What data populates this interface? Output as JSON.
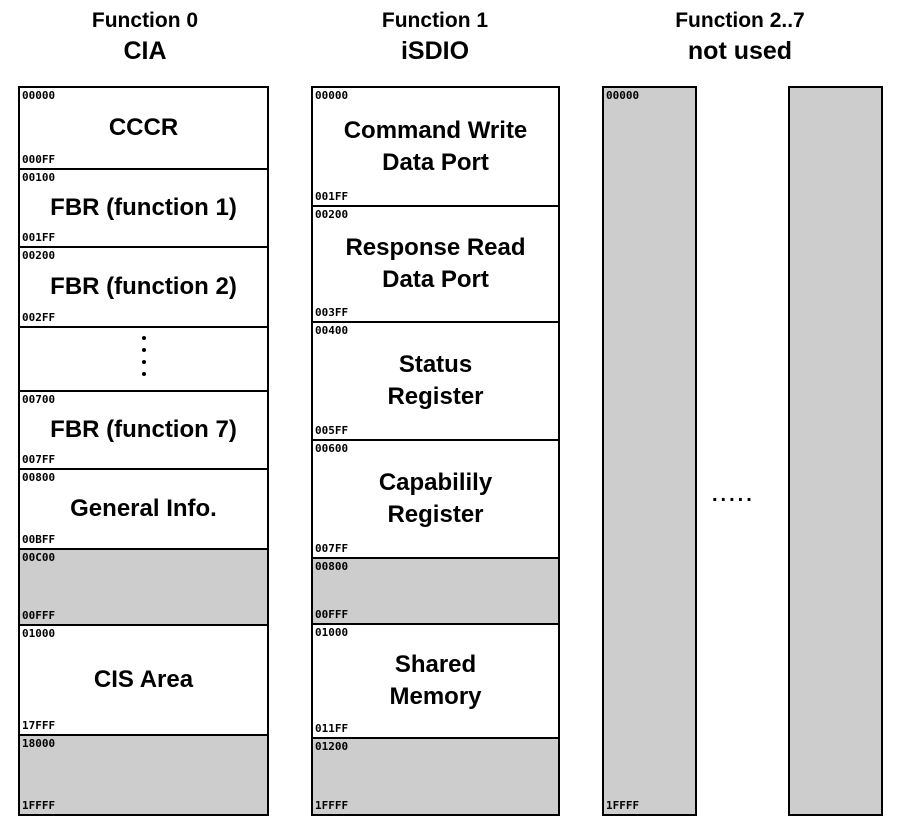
{
  "headers": {
    "f0": {
      "line1": "Function 0",
      "line2": "CIA"
    },
    "f1": {
      "line1": "Function 1",
      "line2": "iSDIO"
    },
    "f2": {
      "line1": "Function 2..7",
      "line2": "not used"
    }
  },
  "f0_blocks": {
    "cccr": {
      "start": "00000",
      "end": "000FF",
      "label": "CCCR"
    },
    "fbr1": {
      "start": "00100",
      "end": "001FF",
      "label": "FBR (function 1)"
    },
    "fbr2": {
      "start": "00200",
      "end": "002FF",
      "label": "FBR (function 2)"
    },
    "fbr7": {
      "start": "00700",
      "end": "007FF",
      "label": "FBR (function 7)"
    },
    "general": {
      "start": "00800",
      "end": "00BFF",
      "label": "General Info."
    },
    "reserved1": {
      "start": "00C00",
      "end": "00FFF"
    },
    "cis": {
      "start": "01000",
      "end": "17FFF",
      "label": "CIS Area"
    },
    "reserved2": {
      "start": "18000",
      "end": "1FFFF"
    }
  },
  "f1_blocks": {
    "cmd": {
      "start": "00000",
      "end": "001FF",
      "label1": "Command Write",
      "label2": "Data Port"
    },
    "resp": {
      "start": "00200",
      "end": "003FF",
      "label1": "Response Read",
      "label2": "Data Port"
    },
    "status": {
      "start": "00400",
      "end": "005FF",
      "label1": "Status",
      "label2": "Register"
    },
    "cap": {
      "start": "00600",
      "end": "007FF",
      "label1": "Capabilily",
      "label2": "Register"
    },
    "reserved1": {
      "start": "00800",
      "end": "00FFF"
    },
    "shared": {
      "start": "01000",
      "end": "011FF",
      "label1": "Shared",
      "label2": "Memory"
    },
    "reserved2": {
      "start": "01200",
      "end": "1FFFF"
    }
  },
  "f2_block": {
    "start": "00000",
    "end": "1FFFF"
  },
  "ellipsis": "....."
}
